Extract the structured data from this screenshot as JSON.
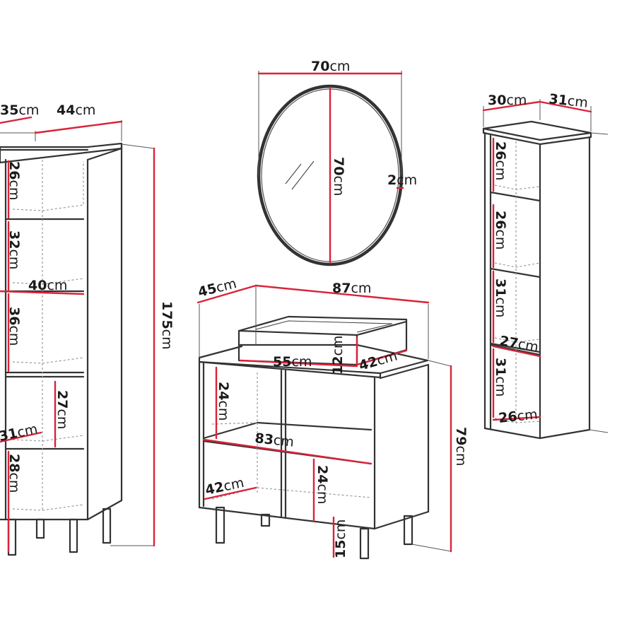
{
  "colors": {
    "dimension": "#d9233a",
    "outline": "#333333",
    "text": "#1a1a1a"
  },
  "unit": "cm",
  "tall_cabinet": {
    "depth": "35",
    "width": "44",
    "height": "175",
    "shelf_1": "26",
    "shelf_2": "32",
    "inner_width": "40",
    "shelf_3": "36",
    "shelf_4": "27",
    "inner_depth": "31",
    "shelf_5": "28"
  },
  "mirror": {
    "width": "70",
    "height": "70",
    "depth": "2"
  },
  "vanity": {
    "depth": "45",
    "width": "87",
    "height": "79",
    "sink_width": "55",
    "sink_height": "12",
    "sink_depth": "42",
    "upper_height": "24",
    "inner_width": "83",
    "inner_depth": "42",
    "lower_height": "24",
    "leg_height": "15"
  },
  "narrow_cabinet": {
    "width": "30",
    "depth": "31",
    "shelf_1": "26",
    "shelf_2": "26",
    "shelf_3": "31",
    "inner_depth": "27",
    "shelf_4": "31",
    "shelf_5": "26"
  }
}
